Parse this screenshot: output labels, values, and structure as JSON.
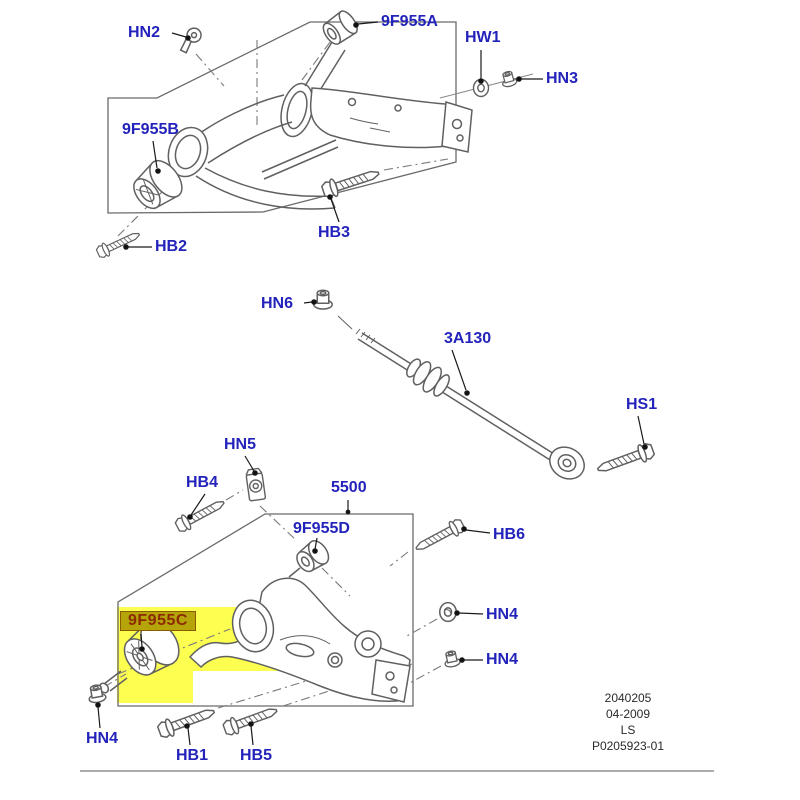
{
  "diagram_title": "rear suspension control arms exploded parts diagram",
  "colors": {
    "label_text": "#2323bb",
    "highlight_fill": "#fcff4f",
    "highlight_label_bg": "#b5a40a",
    "highlight_label_text": "#8c2b00",
    "line_art": "#606060",
    "leader": "#1a1a1a",
    "footer_text": "#2a2a2a"
  },
  "highlighted_part": "9F955C",
  "parts": [
    {
      "label": "HN2",
      "icon": "clip-icon",
      "highlighted": false
    },
    {
      "label": "9F955A",
      "icon": "bushing-icon",
      "highlighted": false
    },
    {
      "label": "HW1",
      "icon": "washer-icon",
      "highlighted": false
    },
    {
      "label": "HN3",
      "icon": "nut-icon",
      "highlighted": false
    },
    {
      "label": "9F955B",
      "icon": "bushing-icon",
      "highlighted": false
    },
    {
      "label": "HB2",
      "icon": "bolt-icon",
      "highlighted": false
    },
    {
      "label": "HB3",
      "icon": "bolt-icon",
      "highlighted": false
    },
    {
      "label": "HN6",
      "icon": "nut-icon",
      "highlighted": false
    },
    {
      "label": "3A130",
      "icon": "link-rod-icon",
      "highlighted": false
    },
    {
      "label": "HS1",
      "icon": "bolt-icon",
      "highlighted": false
    },
    {
      "label": "HN5",
      "icon": "retainer-nut-icon",
      "highlighted": false
    },
    {
      "label": "HB4",
      "icon": "bolt-icon",
      "highlighted": false
    },
    {
      "label": "5500",
      "icon": "lower-arm-assembly-box",
      "highlighted": false
    },
    {
      "label": "9F955D",
      "icon": "bushing-icon",
      "highlighted": false
    },
    {
      "label": "HB6",
      "icon": "bolt-icon",
      "highlighted": false
    },
    {
      "label": "HN4",
      "icon": "nut-icon",
      "highlighted": false
    },
    {
      "label": "HN4",
      "icon": "nut-icon",
      "highlighted": false
    },
    {
      "label": "9F955C",
      "icon": "bushing-icon",
      "highlighted": true
    },
    {
      "label": "HN4",
      "icon": "nut-icon",
      "highlighted": false
    },
    {
      "label": "HB1",
      "icon": "bolt-icon",
      "highlighted": false
    },
    {
      "label": "HB5",
      "icon": "bolt-icon",
      "highlighted": false
    }
  ],
  "footer": {
    "lines": [
      "2040205",
      "04-2009",
      "LS",
      "P0205923-01"
    ]
  }
}
